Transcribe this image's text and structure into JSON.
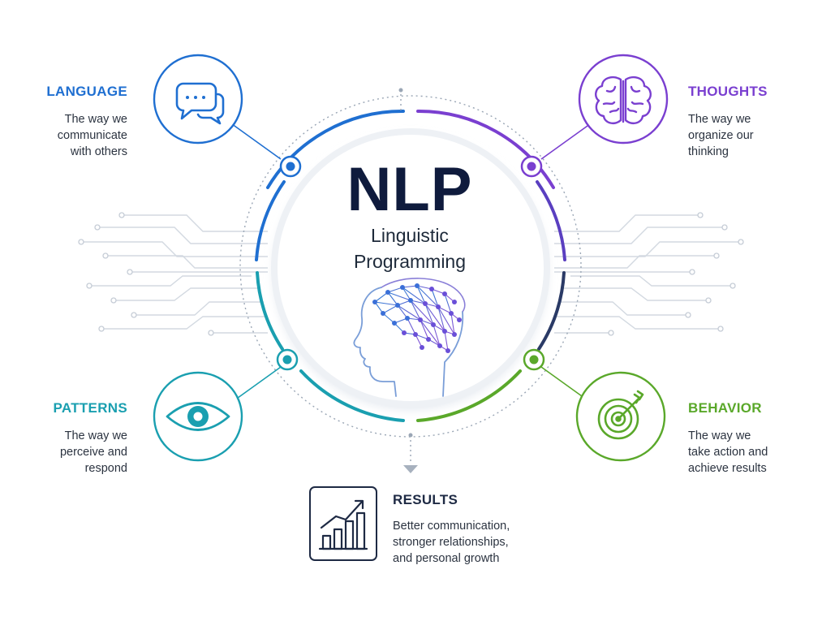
{
  "center": {
    "title": "NLP",
    "subtitle_line1": "Linguistic",
    "subtitle_line2": "Programming"
  },
  "pillars": [
    {
      "id": "language",
      "heading": "LANGUAGE",
      "lines": [
        "The way we",
        "communicate",
        "with others"
      ],
      "color": "#1f6fd1",
      "icon": "speech-bubbles-icon"
    },
    {
      "id": "thoughts",
      "heading": "THOUGHTS",
      "lines": [
        "The way we",
        "organize our",
        "thinking"
      ],
      "color": "#7a3fd0",
      "icon": "brain-icon"
    },
    {
      "id": "patterns",
      "heading": "PATTERNS",
      "lines": [
        "The way we",
        "perceive and",
        "respond"
      ],
      "color": "#1a9fb0",
      "icon": "eye-icon"
    },
    {
      "id": "behavior",
      "heading": "BEHAVIOR",
      "lines": [
        "The way we",
        "take action and",
        "achieve results"
      ],
      "color": "#5aa82a",
      "icon": "target-icon"
    }
  ],
  "results": {
    "heading": "RESULTS",
    "lines": [
      "Better communication,",
      "stronger relationships,",
      "and personal growth"
    ],
    "color": "#1e2a44",
    "icon": "growth-chart-icon"
  },
  "colors": {
    "navy": "#0f1b3d",
    "blue": "#1f6fd1",
    "purple": "#7a3fd0",
    "teal": "#1a9fb0",
    "green": "#5aa82a",
    "circuit": "#cfd6df"
  }
}
